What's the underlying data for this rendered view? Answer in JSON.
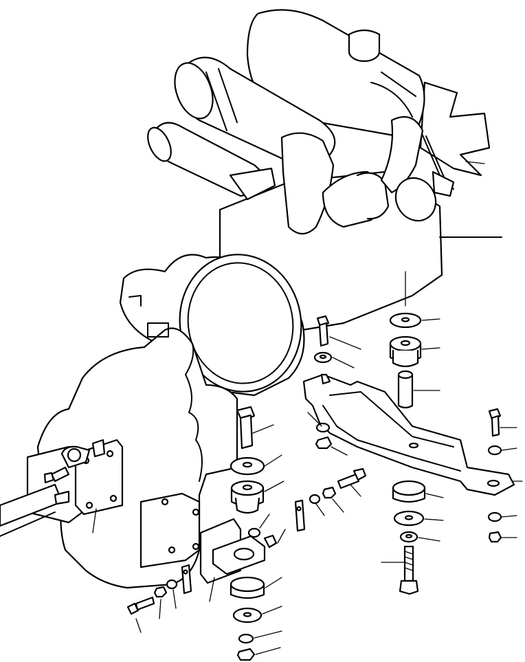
{
  "diagram": {
    "background": "#ffffff",
    "ink": "#000000",
    "parts": [
      "engine",
      "air-cleaner",
      "cooling-fan",
      "intake-piping",
      "flywheel-housing",
      "transmission",
      "engine-support-bracket",
      "mount-bolt",
      "washer",
      "nut",
      "rubber-cushion",
      "spacer-collar",
      "shim",
      "drive-shaft"
    ],
    "callout_count": 29
  }
}
